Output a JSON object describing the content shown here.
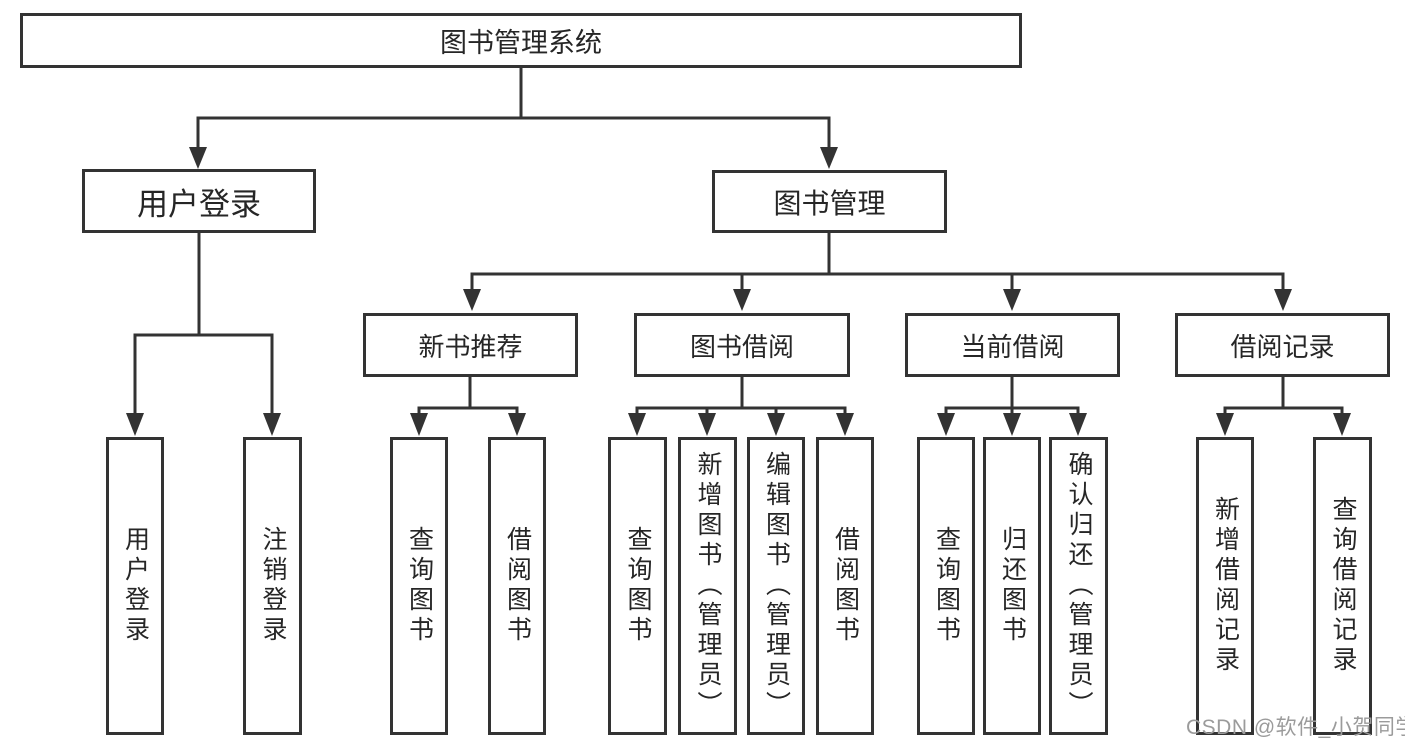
{
  "diagram": {
    "root": {
      "label": "图书管理系统"
    },
    "branches": [
      {
        "label": "用户登录",
        "children": [
          {
            "label": "用户登录"
          },
          {
            "label": "注销登录"
          }
        ]
      },
      {
        "label": "图书管理",
        "children": [
          {
            "label": "新书推荐",
            "children": [
              {
                "label": "查询图书"
              },
              {
                "label": "借阅图书"
              }
            ]
          },
          {
            "label": "图书借阅",
            "children": [
              {
                "label": "查询图书"
              },
              {
                "label": "新增图书（管理员）"
              },
              {
                "label": "编辑图书（管理员）"
              },
              {
                "label": "借阅图书"
              }
            ]
          },
          {
            "label": "当前借阅",
            "children": [
              {
                "label": "查询图书"
              },
              {
                "label": "归还图书"
              },
              {
                "label": "确认归还（管理员）"
              }
            ]
          },
          {
            "label": "借阅记录",
            "children": [
              {
                "label": "新增借阅记录"
              },
              {
                "label": "查询借阅记录"
              }
            ]
          }
        ]
      }
    ]
  },
  "watermark": {
    "text": "CSDN @软件_小贺同学",
    "color": "#9b9b9b"
  },
  "colors": {
    "line": "#333333",
    "box_border": "#333333",
    "text": "#262626",
    "background": "#ffffff"
  }
}
